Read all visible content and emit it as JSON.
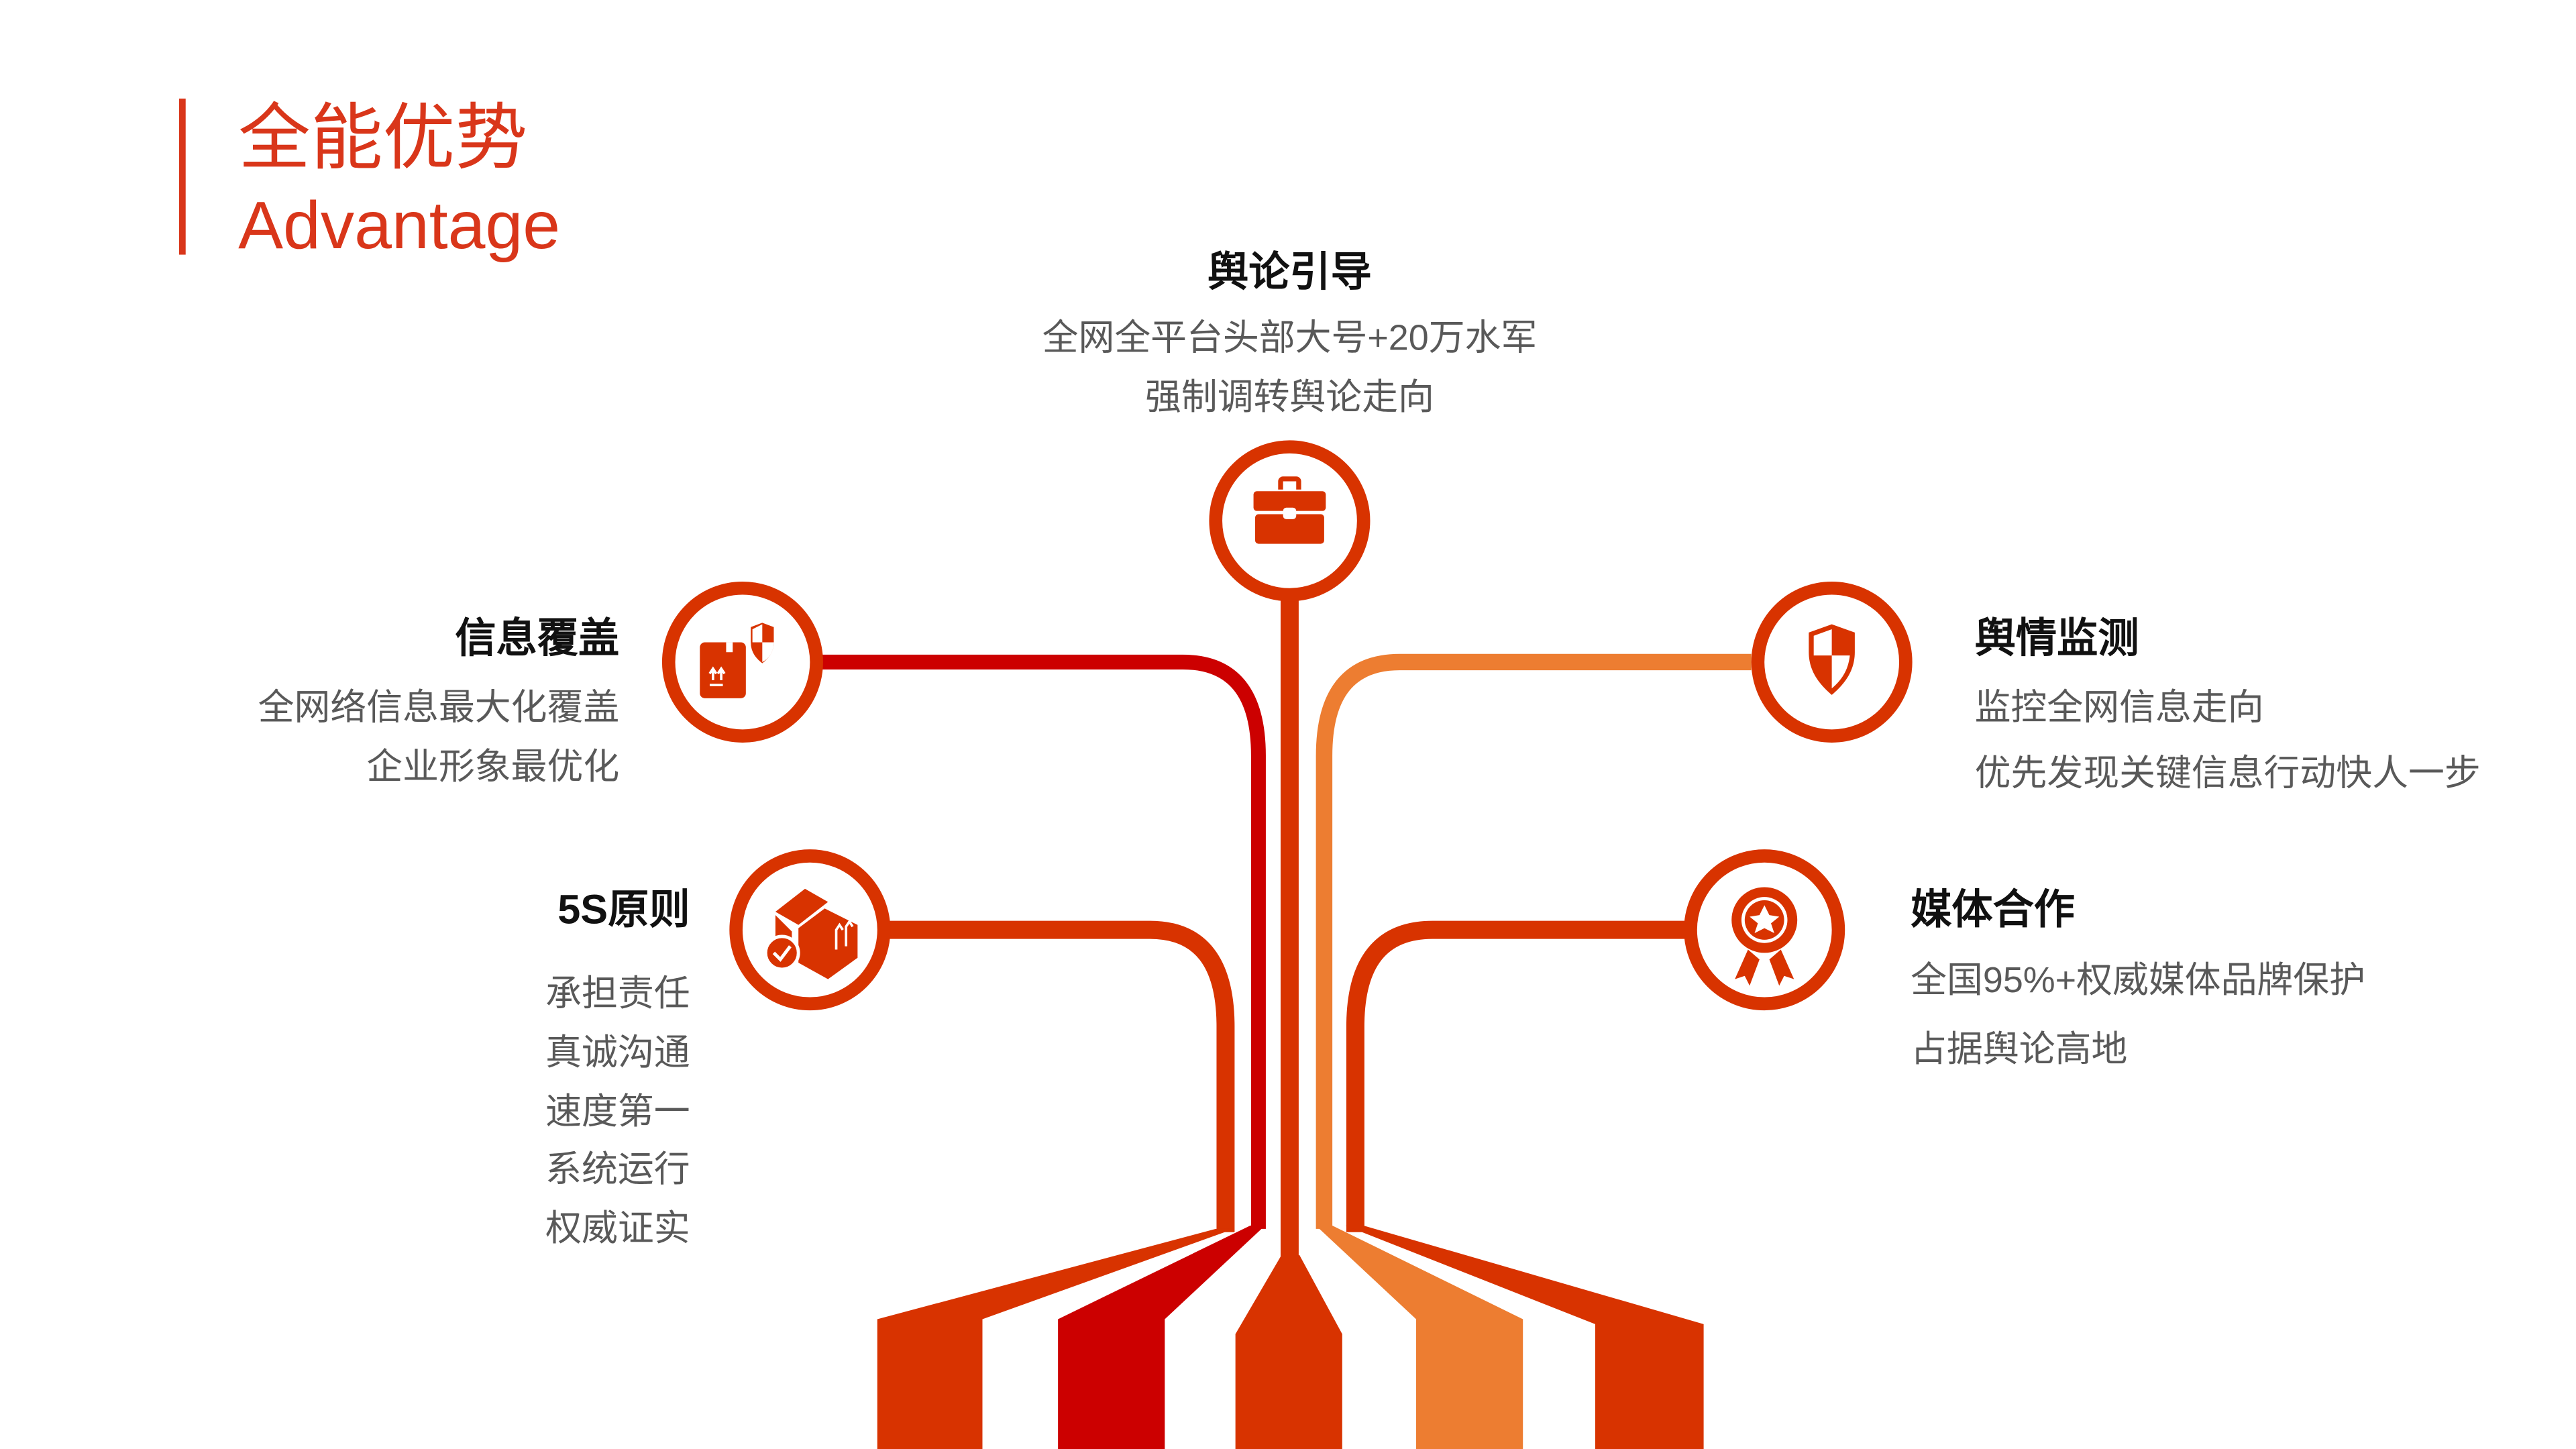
{
  "title": {
    "cn": "全能优势",
    "en": "Advantage"
  },
  "colors": {
    "primary": "#d83300",
    "dark_red": "#cc0000",
    "orange": "#ed7d31",
    "text": "#111111",
    "subtext": "#595959"
  },
  "nodes": {
    "top": {
      "heading": "舆论引导",
      "lines": [
        "全网全平台头部大号+20万水军",
        "强制调转舆论走向"
      ],
      "icon": "briefcase-icon"
    },
    "left_upper": {
      "heading": "信息覆盖",
      "lines": [
        "全网络信息最大化覆盖",
        "企业形象最优化"
      ],
      "icon": "box-shield-icon"
    },
    "left_lower": {
      "heading": "5S原则",
      "lines": [
        "承担责任",
        "真诚沟通",
        "速度第一",
        "系统运行",
        "权威证实"
      ],
      "icon": "box-check-icon"
    },
    "right_upper": {
      "heading": "舆情监测",
      "lines": [
        "监控全网信息走向",
        "优先发现关键信息行动快人一步"
      ],
      "icon": "shield-icon"
    },
    "right_lower": {
      "heading": "媒体合作",
      "lines": [
        "全国95%+权威媒体品牌保护",
        "占据舆论高地"
      ],
      "icon": "award-badge-icon"
    }
  }
}
